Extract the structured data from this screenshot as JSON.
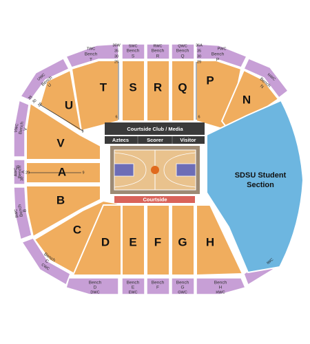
{
  "colors": {
    "section": "#f0ad5e",
    "bench": "#c79fd6",
    "student": "#6db6e0",
    "media_bar": "#3a3a3a",
    "courtside_bar": "#d9635a",
    "court_wood": "#e9c28d",
    "court_lane": "#6d6db6",
    "ball": "#e06a1e"
  },
  "sections": {
    "T": "T",
    "S": "S",
    "R": "R",
    "Q": "Q",
    "P": "P",
    "N": "N",
    "U": "U",
    "V": "V",
    "A": "A",
    "B": "B",
    "C": "C",
    "D": "D",
    "E": "E",
    "F": "F",
    "G": "G",
    "H": "H"
  },
  "student_section": {
    "line1": "SDSU Student",
    "line2": "Section"
  },
  "media_bar": {
    "label": "Courtside Club / Media"
  },
  "court_bar": {
    "aztecs": "Aztecs",
    "scorer": "Scorer",
    "visitor": "Visitor"
  },
  "courtside_bar": {
    "label": "Courtside"
  },
  "benches": {
    "T": {
      "label": "Bench",
      "letter": "T",
      "code": "TWC"
    },
    "S": {
      "label": "Bench",
      "letter": "S",
      "code": "SWC"
    },
    "R": {
      "label": "Bench",
      "letter": "R",
      "code": "RWC"
    },
    "Q": {
      "label": "Bench",
      "letter": "Q",
      "code": "QWC"
    },
    "P": {
      "label": "Bench",
      "letter": "P",
      "code": "PWC"
    },
    "N": {
      "label": "Bench",
      "letter": "N",
      "code": "NWC"
    },
    "U": {
      "label": "Bench",
      "letter": "U",
      "code": "UWC"
    },
    "V": {
      "label": "Bench",
      "letter": "V",
      "code": "VWC"
    },
    "A": {
      "label": "Bench",
      "letter": "A",
      "code": "AWC"
    },
    "B": {
      "label": "Bench",
      "letter": "B",
      "code": "BWC"
    },
    "C": {
      "label": "Bench",
      "letter": "C",
      "code": "CWC"
    },
    "D": {
      "label": "Bench",
      "letter": "D",
      "code": "DWC"
    },
    "E": {
      "label": "Bench",
      "letter": "E",
      "code": "EWC"
    },
    "F": {
      "label": "Bench",
      "letter": "F",
      "code": ""
    },
    "G": {
      "label": "Bench",
      "letter": "G",
      "code": "GWC"
    },
    "H": {
      "label": "Bench",
      "letter": "H",
      "code": "HWC"
    },
    "I": {
      "code": "IWC"
    }
  },
  "row_numbers": {
    "t_top": "36W",
    "t_35": "35",
    "t_30": "30",
    "t_29": "29",
    "t_6": "6",
    "p_top": "36A",
    "p_35": "35",
    "p_30": "30",
    "p_29": "29",
    "p_6": "6",
    "u_9": "9",
    "u_35": "35",
    "u_30": "30",
    "u_29": "29",
    "a_35": "35",
    "a_30": "30",
    "a_29": "29",
    "a_9": "9"
  }
}
